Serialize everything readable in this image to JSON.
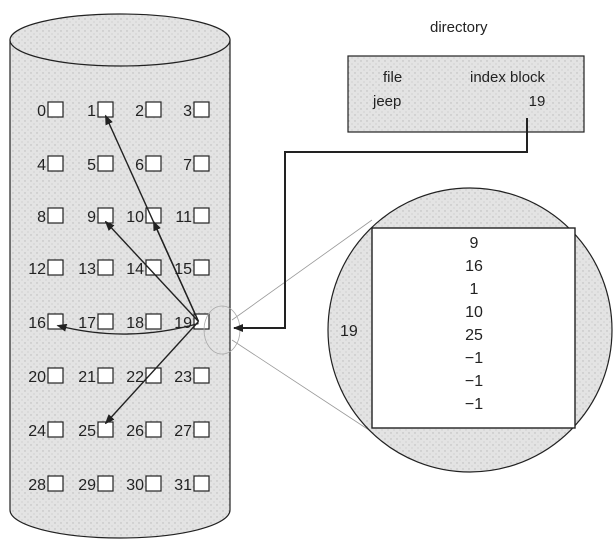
{
  "directory": {
    "title": "directory",
    "col_file": "file",
    "col_index_block": "index block",
    "entry_file": "jeep",
    "entry_index_block": "19"
  },
  "blocks": [
    {
      "label": "0"
    },
    {
      "label": "1"
    },
    {
      "label": "2"
    },
    {
      "label": "3"
    },
    {
      "label": "4"
    },
    {
      "label": "5"
    },
    {
      "label": "6"
    },
    {
      "label": "7"
    },
    {
      "label": "8"
    },
    {
      "label": "9"
    },
    {
      "label": "10"
    },
    {
      "label": "11"
    },
    {
      "label": "12"
    },
    {
      "label": "13"
    },
    {
      "label": "14"
    },
    {
      "label": "15"
    },
    {
      "label": "16"
    },
    {
      "label": "17"
    },
    {
      "label": "18"
    },
    {
      "label": "19"
    },
    {
      "label": "20"
    },
    {
      "label": "21"
    },
    {
      "label": "22"
    },
    {
      "label": "23"
    },
    {
      "label": "24"
    },
    {
      "label": "25"
    },
    {
      "label": "26"
    },
    {
      "label": "27"
    },
    {
      "label": "28"
    },
    {
      "label": "29"
    },
    {
      "label": "30"
    },
    {
      "label": "31"
    }
  ],
  "index_block": {
    "label": "19",
    "entries": [
      "9",
      "16",
      "1",
      "10",
      "25",
      "−1",
      "−1",
      "−1"
    ]
  },
  "colors": {
    "line": "#222222",
    "shade": "#d9d9d9",
    "box_fill": "#ffffff"
  }
}
